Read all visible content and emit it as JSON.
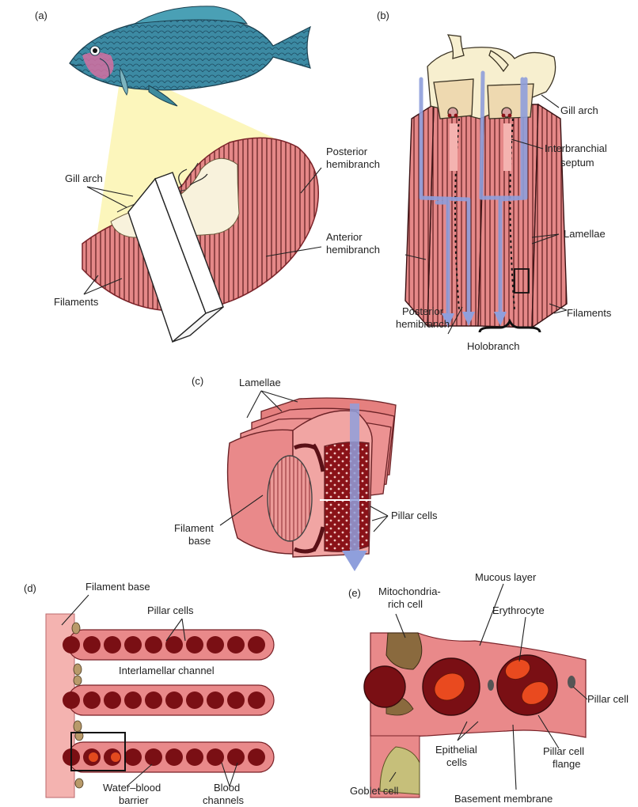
{
  "panels": {
    "a": {
      "letter": "(a)",
      "gill_arch": "Gill arch",
      "posterior_1": "Posterior",
      "posterior_2": "hemibranch",
      "anterior_1": "Anterior",
      "anterior_2": "hemibranch",
      "filaments": "Filaments"
    },
    "b": {
      "letter": "(b)",
      "gill_arch": "Gill arch",
      "interbranchial_1": "Interbranchial",
      "interbranchial_2": "septum",
      "lamellae": "Lamellae",
      "filaments": "Filaments",
      "posterior_1": "Posterior",
      "posterior_2": "hemibranch",
      "holobranch": "Holobranch"
    },
    "c": {
      "letter": "(c)",
      "lamellae": "Lamellae",
      "filament_1": "Filament",
      "filament_2": "base",
      "pillar_cells": "Pillar cells"
    },
    "d": {
      "letter": "(d)",
      "filament_base": "Filament base",
      "pillar_cells": "Pillar cells",
      "interlamellar": "Interlamellar channel",
      "barrier_1": "Water–blood",
      "barrier_2": "barrier",
      "blood_1": "Blood",
      "blood_2": "channels"
    },
    "e": {
      "letter": "(e)",
      "mito_1": "Mitochondria-",
      "mito_2": "rich cell",
      "mucous": "Mucous layer",
      "erythrocyte": "Erythrocyte",
      "pillar_cell": "Pillar cell",
      "flange_1": "Pillar cell",
      "flange_2": "flange",
      "epi_1": "Epithelial",
      "epi_2": "cells",
      "goblet": "Goblet cell",
      "basement": "Basement membrane"
    }
  },
  "colors": {
    "tissue_pink": "#e8898a",
    "tissue_light": "#f4b3b0",
    "blood_dark": "#7a0f14",
    "flow_arrow": "#8f9fdc",
    "yellow_beam": "#fbf5b0",
    "fish_teal": "#3f8ea0"
  }
}
